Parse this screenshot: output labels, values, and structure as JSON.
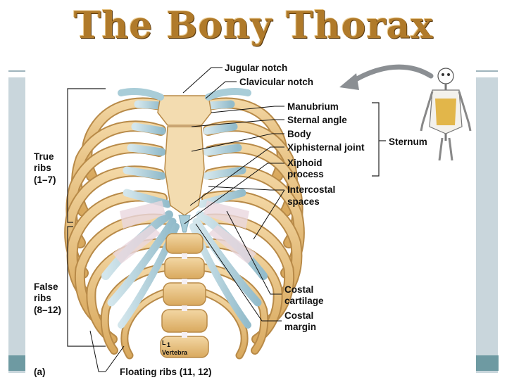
{
  "title": "The Bony Thorax",
  "labels": {
    "jugular_notch": "Jugular notch",
    "clavicular_notch": "Clavicular notch",
    "manubrium": "Manubrium",
    "sternal_angle": "Sternal angle",
    "body": "Body",
    "xiphisternal_joint": "Xiphisternal joint",
    "xiphoid_line1": "Xiphoid",
    "xiphoid_line2": "process",
    "sternum": "Sternum",
    "intercostal_line1": "Intercostal",
    "intercostal_line2": "spaces",
    "true_ribs_line1": "True",
    "true_ribs_line2": "ribs",
    "true_ribs_line3": "(1–7)",
    "false_ribs_line1": "False",
    "false_ribs_line2": "ribs",
    "false_ribs_line3": "(8–12)",
    "costal_cartilage_line1": "Costal",
    "costal_cartilage_line2": "cartilage",
    "costal_margin_line1": "Costal",
    "costal_margin_line2": "margin",
    "vertebra_code": "L",
    "vertebra_sub": "1",
    "vertebra": "Vertebra",
    "floating_ribs": "Floating ribs (11, 12)",
    "panel_tag": "(a)"
  },
  "colors": {
    "bone": "#e9c48a",
    "bone_dark": "#b88a48",
    "cartilage": "#a9cdd8",
    "title": "#b07a2a",
    "panel_band": "#c9d6dc"
  }
}
